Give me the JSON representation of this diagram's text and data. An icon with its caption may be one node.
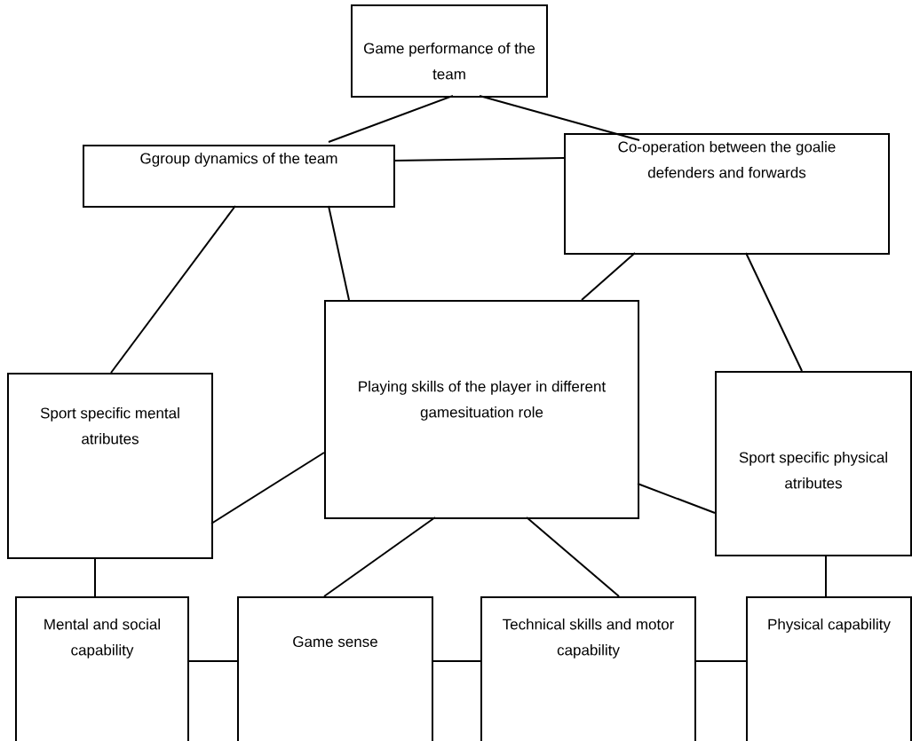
{
  "diagram": {
    "nodes": [
      {
        "text": [
          "Game performance of the team"
        ]
      },
      {
        "text": [
          "Ggroup dynamics of the team"
        ]
      },
      {
        "text": [
          "Co-operation between the goalie defenders and forwards"
        ]
      },
      {
        "text": [
          "Playing skills of the player in different gamesituation role"
        ]
      },
      {
        "text": [
          "Sport specific mental atributes"
        ]
      },
      {
        "text": [
          "Sport specific physical atributes"
        ]
      },
      {
        "text": [
          "Mental and social capability"
        ]
      },
      {
        "text": [
          "Game sense"
        ]
      },
      {
        "text": [
          "Technical skills and motor capability"
        ]
      },
      {
        "text": [
          "Physical capability"
        ]
      }
    ],
    "edges": [
      {
        "from": 0,
        "to": 1,
        "arrow": "none"
      },
      {
        "from": 0,
        "to": 2,
        "arrow": "none"
      },
      {
        "from": 1,
        "to": 2,
        "arrow": "none"
      },
      {
        "from": 1,
        "to": 4,
        "arrow": "none"
      },
      {
        "from": 1,
        "to": 3,
        "arrow": "none"
      },
      {
        "from": 2,
        "to": 3,
        "arrow": "none"
      },
      {
        "from": 2,
        "to": 5,
        "arrow": "none"
      },
      {
        "from": 3,
        "to": 4,
        "arrow": "none"
      },
      {
        "from": 3,
        "to": 5,
        "arrow": "none"
      },
      {
        "from": 3,
        "to": 7,
        "arrow": "none"
      },
      {
        "from": 3,
        "to": 8,
        "arrow": "none"
      },
      {
        "from": 4,
        "to": 6,
        "arrow": "none"
      },
      {
        "from": 5,
        "to": 9,
        "arrow": "none"
      },
      {
        "from": 6,
        "to": 7,
        "arrow": "none"
      },
      {
        "from": 7,
        "to": 8,
        "arrow": "none"
      },
      {
        "from": 8,
        "to": 9,
        "arrow": "none"
      }
    ]
  }
}
